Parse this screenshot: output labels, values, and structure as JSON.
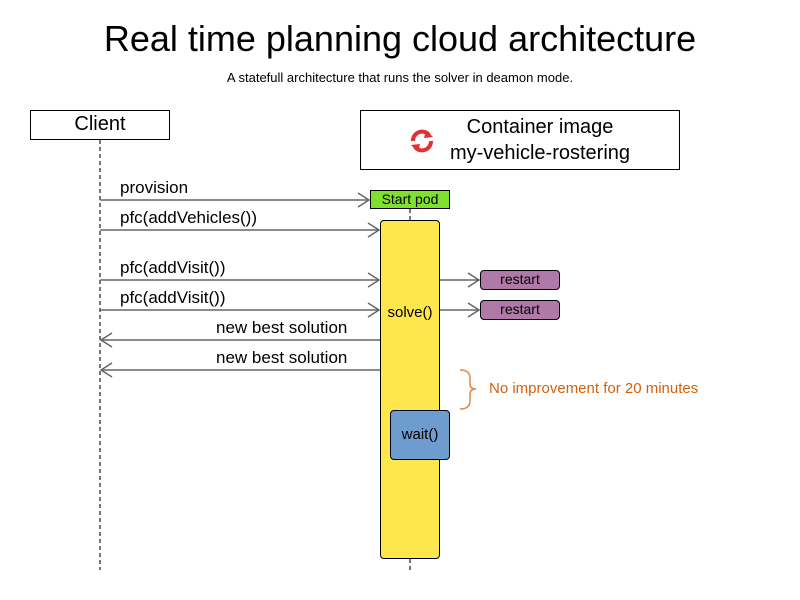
{
  "title": "Real time planning cloud architecture",
  "subtitle": "A statefull architecture that runs the solver in deamon mode.",
  "participants": {
    "client": "Client",
    "container_line1": "Container image",
    "container_line2": "my-vehicle-rostering",
    "container_icon": "refresh-icon"
  },
  "messages": [
    {
      "label": "provision",
      "direction": "right"
    },
    {
      "label": "pfc(addVehicles())",
      "direction": "right"
    },
    {
      "label": "pfc(addVisit())",
      "direction": "right"
    },
    {
      "label": "pfc(addVisit())",
      "direction": "right"
    },
    {
      "label": "new best solution",
      "direction": "left"
    },
    {
      "label": "new best solution",
      "direction": "left"
    }
  ],
  "start_pod": "Start pod",
  "solve": "solve()",
  "restarts": [
    "restart",
    "restart"
  ],
  "wait": "wait()",
  "note": "No improvement for 20 minutes",
  "colors": {
    "start_pod": "#80e030",
    "activation": "#fde74c",
    "restart": "#b07aa8",
    "wait": "#6f9ccf",
    "note": "#d0620e",
    "icon": "#e03030"
  }
}
